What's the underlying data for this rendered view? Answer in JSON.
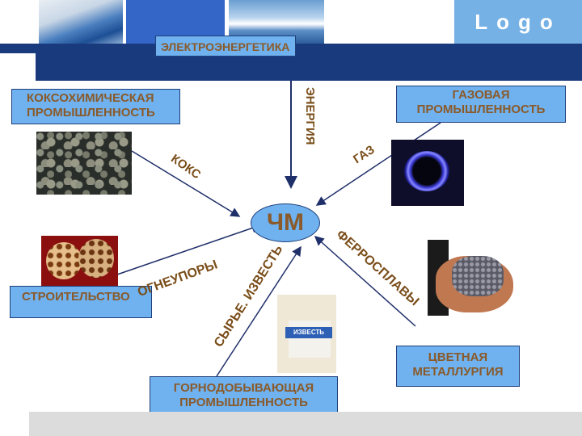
{
  "header": {
    "logo_text": "Logo",
    "top_label": "ЭЛЕКТРОЭНЕРГЕТИКА"
  },
  "nodes": {
    "center": "ЧМ",
    "coke_chem": [
      "КОКСОХИМИЧЕСКАЯ",
      "ПРОМЫШЛЕННОСТЬ"
    ],
    "gas": [
      "ГАЗОВАЯ",
      "ПРОМЫШЛЕННОСТЬ"
    ],
    "construction": "СТРОИТЕЛЬСТВО",
    "mining": [
      "ГОРНОДОБЫВАЮЩАЯ",
      "ПРОМЫШЛЕННОСТЬ"
    ],
    "nonferrous": [
      "ЦВЕТНАЯ",
      "МЕТАЛЛУРГИЯ"
    ]
  },
  "flows": {
    "energy": "ЭНЕРГИЯ",
    "coke": "КОКС",
    "gas": "ГАЗ",
    "refractories": "ОГНЕУПОРЫ",
    "raw_lime": "СЫРЬЕ. ИЗВЕСТЬ",
    "ferroalloys": "ФЕРРОСПЛАВЫ"
  },
  "images": {
    "coke_photo": "coke-pile-image",
    "gas_burner_photo": "gas-flame-image",
    "refractory_bricks_photo": "refractory-bricks-image",
    "lime_bag_photo": "lime-bag-image",
    "lime_bag_text": "ИЗВЕСТЬ",
    "ore_hand_photo": "ore-in-hand-image"
  },
  "colors": {
    "header_navy": "#1a3a7e",
    "box_fill": "#6fb2ef",
    "text_brown": "#8a5a2a",
    "arrow": "#1f2f6a"
  }
}
